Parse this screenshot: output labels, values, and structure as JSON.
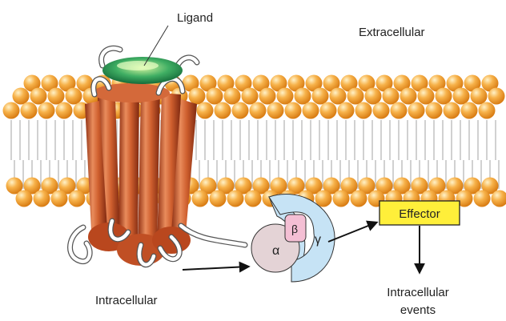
{
  "labels": {
    "ligand": "Ligand",
    "extracellular": "Extracellular",
    "intracellular": "Intracellular",
    "effector": "Effector",
    "alpha": "α",
    "beta": "β",
    "gamma": "γ",
    "events_line1": "Intracellular",
    "events_line2": "events"
  },
  "colors": {
    "lipid_head": "#f0a23a",
    "lipid_tail": "#ffffff",
    "receptor": "#c8552b",
    "ligand": "#2e9a5c",
    "alpha": "#e4d3d6",
    "beta": "#f4bfd4",
    "gamma": "#c6e3f5",
    "effector": "#ffef3a"
  }
}
